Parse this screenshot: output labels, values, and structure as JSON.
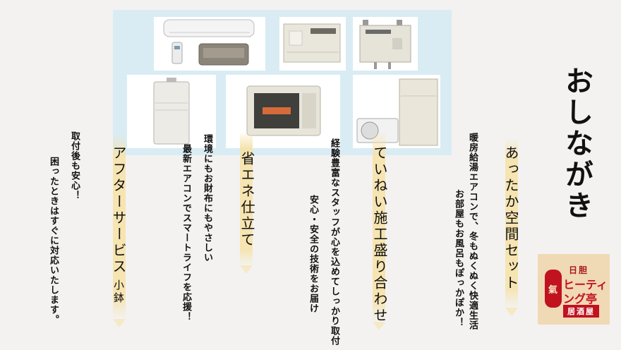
{
  "menu": {
    "title": "おしながき"
  },
  "columns": [
    {
      "heading": "あったか空間セット",
      "lines": [
        "暖房給湯エアコンで、冬もぬくぬく快適生活",
        "お部屋もお風呂もぽっかぽか！"
      ]
    },
    {
      "heading": "ていねい施工盛り合わせ",
      "lines": [
        "経験豊富なスタッフが心を込めてしっかり取付",
        "安心・安全の技術をお届け"
      ]
    },
    {
      "heading": "省エネ仕立て",
      "lines": [
        "環境にもお財布にもやさしい",
        "最新エアコンでスマートライフを応援！"
      ]
    },
    {
      "heading": "アフターサービス",
      "heading_small": "小鉢",
      "lines": [
        "取付後も安心！",
        "困ったときはすぐに対応いたします。"
      ]
    }
  ],
  "logo": {
    "top": "日胆",
    "main1": "ヒーティ",
    "main2": "ング亭",
    "sub": "居酒屋",
    "lantern": "氣"
  },
  "photos": [
    {
      "name": "wall-air-conditioner"
    },
    {
      "name": "boiler-unit-1"
    },
    {
      "name": "boiler-unit-2"
    },
    {
      "name": "wall-heater"
    },
    {
      "name": "fan-heater"
    },
    {
      "name": "heat-pump-set"
    }
  ]
}
